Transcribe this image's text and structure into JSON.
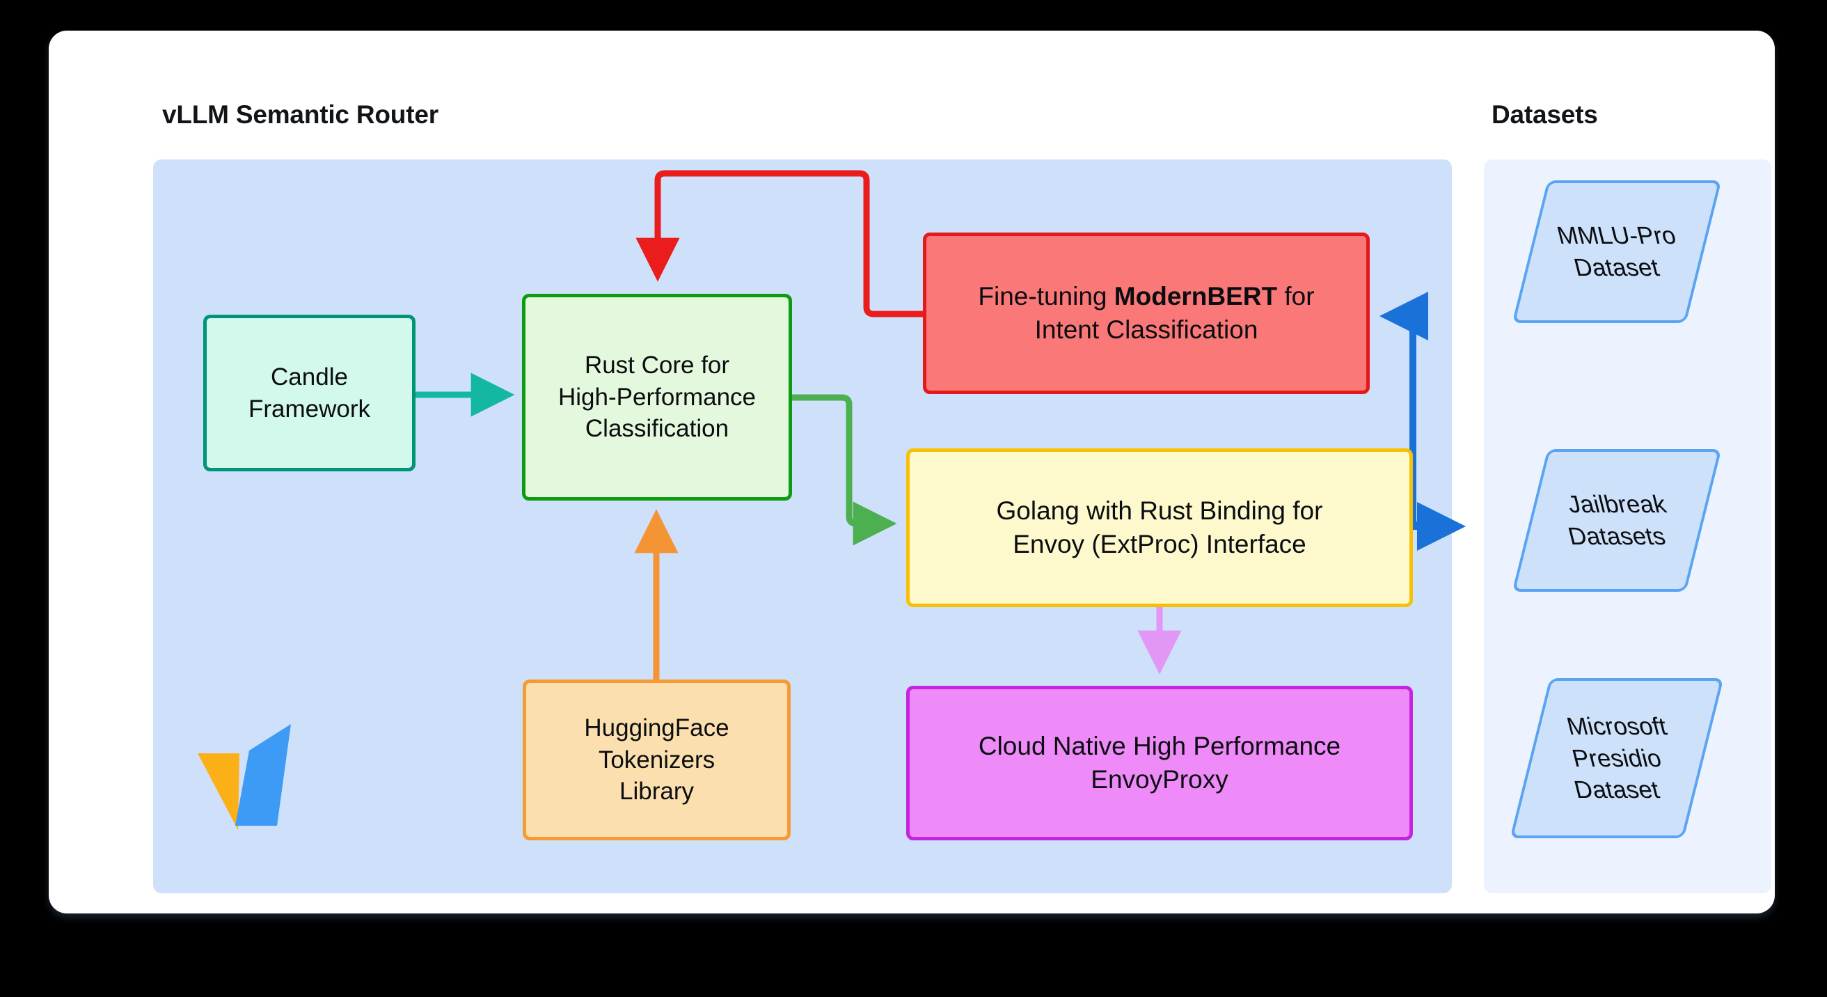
{
  "panels": {
    "router": {
      "title": "vLLM Semantic Router",
      "bg": "#cfe0fa"
    },
    "datasets": {
      "title": "Datasets",
      "bg": "#edf3fe"
    }
  },
  "nodes": {
    "candle": {
      "lines": [
        "Candle",
        "Framework"
      ],
      "fill": "#d3f8ec",
      "stroke": "#009478"
    },
    "rust_core": {
      "lines": [
        "Rust Core for",
        "High-Performance",
        "Classification"
      ],
      "fill": "#e3f8dd",
      "stroke": "#0e9b10"
    },
    "modernbert": {
      "line1_prefix": "Fine-tuning ",
      "line1_bold": "ModernBERT",
      "line1_suffix": " for",
      "line2": "Intent Classification",
      "fill": "#fa7878",
      "stroke": "#e5181a"
    },
    "golang": {
      "lines": [
        "Golang with Rust Binding for",
        "Envoy (ExtProc) Interface"
      ],
      "fill": "#fdf9cd",
      "stroke": "#f7c005"
    },
    "huggingface": {
      "lines": [
        "HuggingFace",
        "Tokenizers",
        "Library"
      ],
      "fill": "#fbdfae",
      "stroke": "#f69b34"
    },
    "envoy_proxy": {
      "lines": [
        "Cloud Native High Performance",
        "EnvoyProxy"
      ],
      "fill": "#ef8bf8",
      "stroke": "#c524e0"
    }
  },
  "datasets": [
    {
      "lines": [
        "MMLU-Pro",
        "Dataset"
      ],
      "fill": "#cde1fa",
      "stroke": "#5ba4f2"
    },
    {
      "lines": [
        "Jailbreak",
        "Datasets"
      ],
      "fill": "#cde1fa",
      "stroke": "#5ba4f2"
    },
    {
      "lines": [
        "Microsoft",
        "Presidio",
        "Dataset"
      ],
      "fill": "#cde1fa",
      "stroke": "#5ba4f2"
    }
  ],
  "edges": [
    {
      "name": "candle-to-rust-core",
      "color": "#14b8a0"
    },
    {
      "name": "huggingface-to-rust-core",
      "color": "#f59434"
    },
    {
      "name": "modernbert-to-rust-core",
      "color": "#ea1c1c"
    },
    {
      "name": "rust-core-to-golang",
      "color": "#4caf50"
    },
    {
      "name": "golang-to-envoy-proxy",
      "color": "#e296f5"
    },
    {
      "name": "datasets-to-modernbert",
      "color": "#1a72d8"
    }
  ],
  "logo": {
    "name": "vllm-logo",
    "orange": "#fbb017",
    "blue": "#3d9bf5"
  },
  "frame": {
    "card_bg": "#ffffff",
    "page_bg": "#000000"
  }
}
